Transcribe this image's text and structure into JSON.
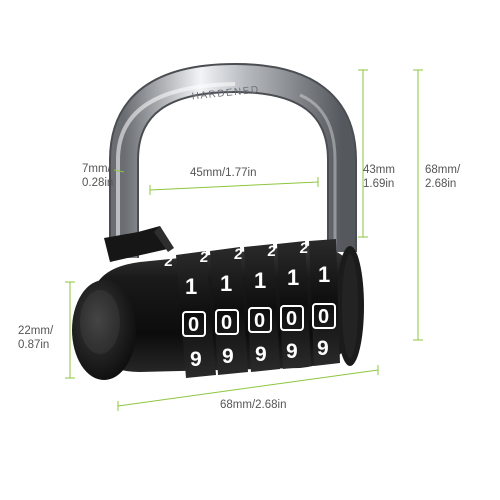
{
  "product": {
    "shackle_engraving": "HARDENED",
    "dial_rows": {
      "row_top": [
        "2",
        "2",
        "2",
        "2",
        "2"
      ],
      "row_upper": [
        "1",
        "1",
        "1",
        "1",
        "1"
      ],
      "row_selected": [
        "0",
        "0",
        "0",
        "0",
        "0"
      ],
      "row_lower": [
        "9",
        "9",
        "9",
        "9",
        "9"
      ]
    }
  },
  "dimensions": {
    "shackle_thickness": {
      "line1": "7mm/",
      "line2": "0.28in"
    },
    "shackle_width": {
      "text": "45mm/1.77in"
    },
    "shackle_height": {
      "line1": "43mm",
      "line2": "1.69in"
    },
    "total_height": {
      "line1": "68mm/",
      "line2": "2.68in"
    },
    "body_depth": {
      "line1": "22mm/",
      "line2": "0.87in"
    },
    "body_width": {
      "text": "68mm/2.68in"
    }
  },
  "colors": {
    "dimension_line": "#8dc63f",
    "label_text": "#555555",
    "lock_body": "#121212",
    "shackle_steel": "#c8ccd0",
    "digit": "#ffffff",
    "selected_digit_box": "#ffffff"
  }
}
